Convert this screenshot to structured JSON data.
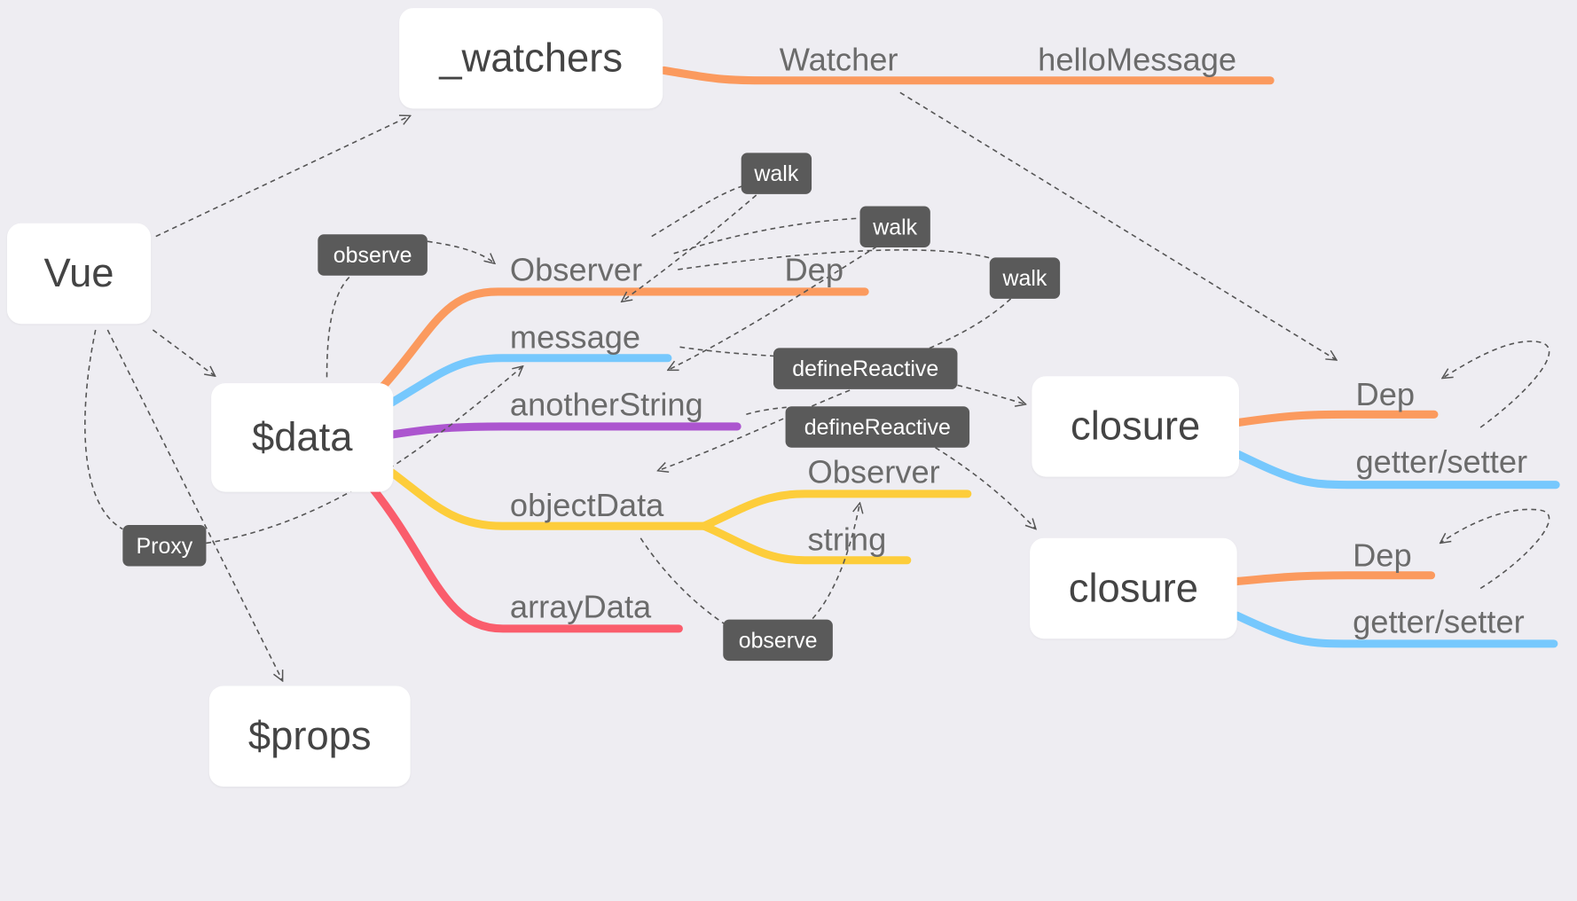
{
  "nodes": {
    "vue": "Vue",
    "watchers": "_watchers",
    "data": "$data",
    "props": "$props",
    "closure1": "closure",
    "closure2": "closure"
  },
  "watchers_branch": {
    "watcher": "Watcher",
    "hello_message": "helloMessage"
  },
  "data_branch": {
    "observer": "Observer",
    "dep": "Dep",
    "message": "message",
    "another_string": "anotherString",
    "object_data": "objectData",
    "object_observer": "Observer",
    "object_string": "string",
    "array_data": "arrayData"
  },
  "closure1_branch": {
    "dep": "Dep",
    "getter_setter": "getter/setter"
  },
  "closure2_branch": {
    "dep": "Dep",
    "getter_setter": "getter/setter"
  },
  "tags": {
    "observe_top": "observe",
    "walk1": "walk",
    "walk2": "walk",
    "walk3": "walk",
    "define_reactive1": "defineReactive",
    "define_reactive2": "defineReactive",
    "proxy": "Proxy",
    "observe_bottom": "observe"
  },
  "colors": {
    "orange": "#fb9a5e",
    "blue": "#76c8fd",
    "purple": "#ac55cf",
    "yellow": "#fdcd3b",
    "red": "#fa5d6c",
    "tag_bg": "#5a5a5a",
    "background": "#eeedf2"
  }
}
